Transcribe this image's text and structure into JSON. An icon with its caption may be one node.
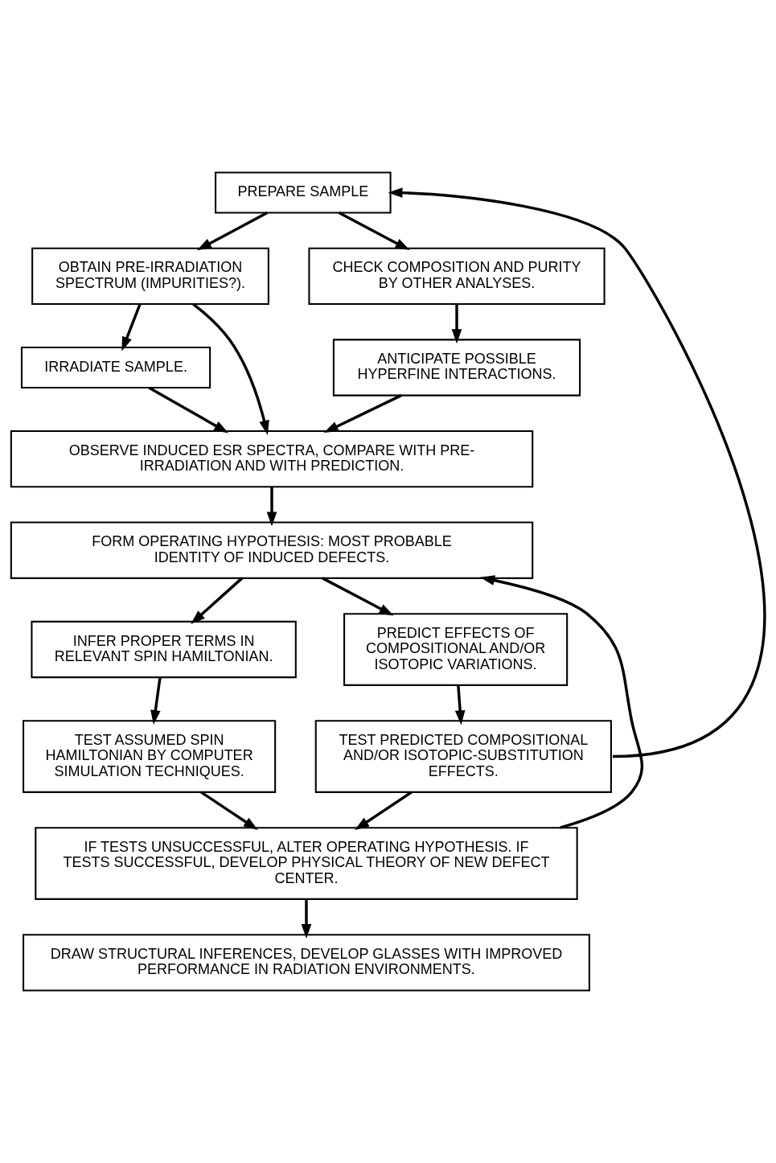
{
  "diagram": {
    "nodes": [
      {
        "text": [
          "PREPARE SAMPLE"
        ]
      },
      {
        "text": [
          "OBTAIN PRE-IRRADIATION SPECTRUM (IMPURITIES?)."
        ]
      },
      {
        "text": [
          "CHECK COMPOSITION AND PURITY BY OTHER ANALYSES."
        ]
      },
      {
        "text": [
          "IRRADIATE SAMPLE."
        ]
      },
      {
        "text": [
          "ANTICIPATE POSSIBLE HYPERFINE INTERACTIONS."
        ]
      },
      {
        "text": [
          "OBSERVE INDUCED ESR SPECTRA, COMPARE WITH PRE-IRRADIATION AND WITH PREDICTION."
        ]
      },
      {
        "text": [
          "FORM OPERATING HYPOTHESIS: MOST PROBABLE IDENTITY OF INDUCED DEFECTS."
        ]
      },
      {
        "text": [
          "INFER PROPER TERMS IN RELEVANT SPIN HAMILTONIAN."
        ]
      },
      {
        "text": [
          "PREDICT EFFECTS OF COMPOSITIONAL AND/OR ISOTOPIC VARIATIONS."
        ]
      },
      {
        "text": [
          "TEST ASSUMED SPIN HAMILTONIAN BY COMPUTER SIMULATION TECHNIQUES."
        ]
      },
      {
        "text": [
          "TEST PREDICTED COMPOSITIONAL AND/OR ISOTOPIC-SUBSTITUTION EFFECTS."
        ]
      },
      {
        "text": [
          "IF TESTS UNSUCCESSFUL, ALTER OPERATING HYPOTHESIS. IF TESTS SUCCESSFUL, DEVELOP PHYSICAL THEORY OF NEW DEFECT CENTER."
        ]
      },
      {
        "text": [
          "DRAW STRUCTURAL INFERENCES, DEVELOP GLASSES WITH IMPROVED PERFORMANCE IN RADIATION ENVIRONMENTS."
        ]
      }
    ],
    "edges": [
      {
        "from": 0,
        "to": 1,
        "arrow": "to"
      },
      {
        "from": 0,
        "to": 2,
        "arrow": "to"
      },
      {
        "from": 1,
        "to": 3,
        "arrow": "to"
      },
      {
        "from": 2,
        "to": 4,
        "arrow": "to"
      },
      {
        "from": 3,
        "to": 5,
        "arrow": "to"
      },
      {
        "from": 1,
        "to": 5,
        "arrow": "to"
      },
      {
        "from": 4,
        "to": 5,
        "arrow": "to"
      },
      {
        "from": 5,
        "to": 6,
        "arrow": "to"
      },
      {
        "from": 6,
        "to": 7,
        "arrow": "to"
      },
      {
        "from": 6,
        "to": 8,
        "arrow": "to"
      },
      {
        "from": 7,
        "to": 9,
        "arrow": "to"
      },
      {
        "from": 8,
        "to": 10,
        "arrow": "to"
      },
      {
        "from": 9,
        "to": 11,
        "arrow": "to"
      },
      {
        "from": 10,
        "to": 11,
        "arrow": "to"
      },
      {
        "from": 11,
        "to": 6,
        "arrow": "to"
      },
      {
        "from": 10,
        "to": 0,
        "arrow": "to"
      },
      {
        "from": 11,
        "to": 12,
        "arrow": "to"
      }
    ]
  }
}
